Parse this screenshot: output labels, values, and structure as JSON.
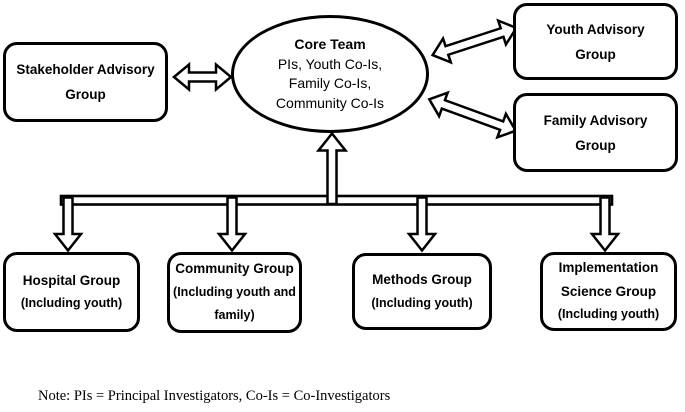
{
  "diagram": {
    "core_team": {
      "title": "Core Team",
      "lines": [
        "PIs, Youth Co-Is,",
        "Family Co-Is,",
        "Community Co-Is"
      ]
    },
    "groups": {
      "stakeholder": {
        "lines": [
          "Stakeholder Advisory",
          "Group"
        ]
      },
      "youth": {
        "lines": [
          "Youth Advisory",
          "Group"
        ]
      },
      "family": {
        "lines": [
          "Family Advisory",
          "Group"
        ]
      },
      "hospital": {
        "lines": [
          "Hospital Group",
          "(Including youth)"
        ]
      },
      "community": {
        "lines": [
          "Community Group",
          "(Including youth and",
          "family)"
        ]
      },
      "methods": {
        "lines": [
          "Methods Group",
          "(Including youth)"
        ]
      },
      "implementation": {
        "lines": [
          "Implementation",
          "Science Group",
          "(Including youth)"
        ]
      }
    },
    "note": "Note: PIs = Principal Investigators, Co-Is = Co-Investigators",
    "colors": {
      "line": "#000000",
      "background": "#ffffff"
    }
  }
}
